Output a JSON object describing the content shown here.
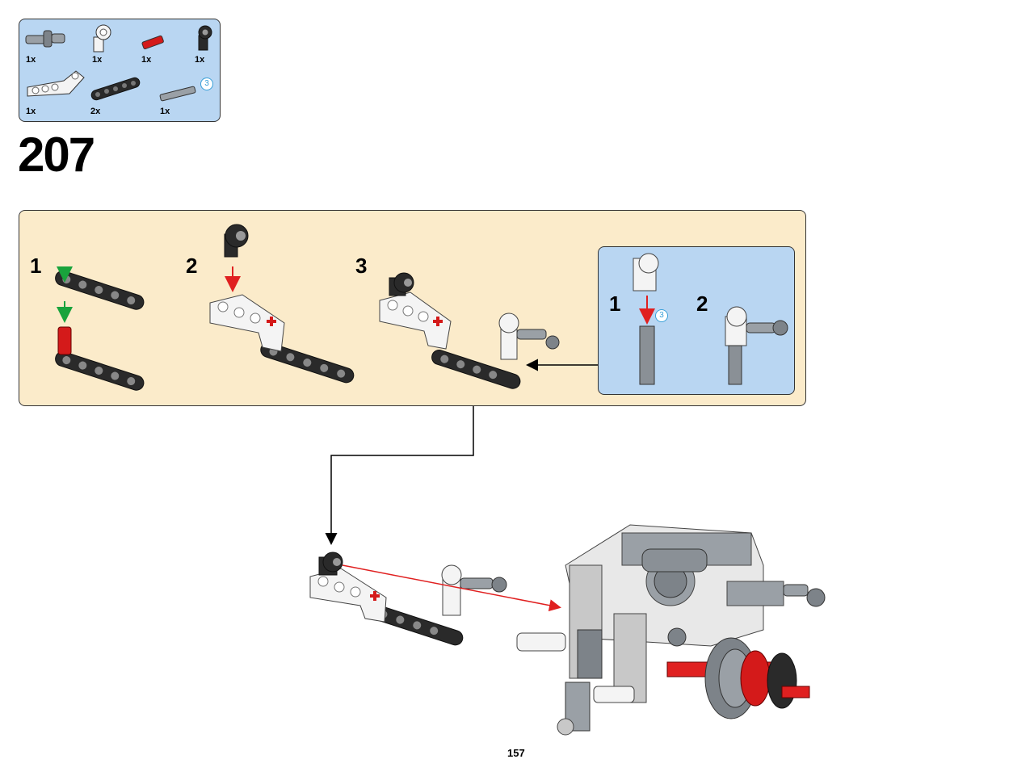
{
  "parts_list": {
    "items": [
      {
        "name": "axle-pin-with-bush",
        "qty": "1x"
      },
      {
        "name": "white-angle-connector",
        "qty": "1x"
      },
      {
        "name": "red-axle-2",
        "qty": "1x"
      },
      {
        "name": "black-angle-connector",
        "qty": "1x"
      },
      {
        "name": "white-bent-beam",
        "qty": "1x"
      },
      {
        "name": "black-beam-5",
        "qty": "2x"
      },
      {
        "name": "grey-axle-3",
        "qty": "1x",
        "length_label": "3"
      }
    ]
  },
  "step": {
    "number": "207"
  },
  "substeps": [
    {
      "number": "1"
    },
    {
      "number": "2"
    },
    {
      "number": "3"
    }
  ],
  "callout": {
    "substeps": [
      {
        "number": "1"
      },
      {
        "number": "2"
      }
    ],
    "axle_length_label": "3"
  },
  "page": {
    "number": "157"
  },
  "colors": {
    "parts_bg": "#b9d6f2",
    "subassembly_bg": "#fbebca",
    "arrow_red": "#e02020",
    "arrow_green": "#19a33c",
    "brick_red": "#d41a1a",
    "beam_black": "#2a2a2a",
    "beam_white": "#f4f4f4"
  }
}
